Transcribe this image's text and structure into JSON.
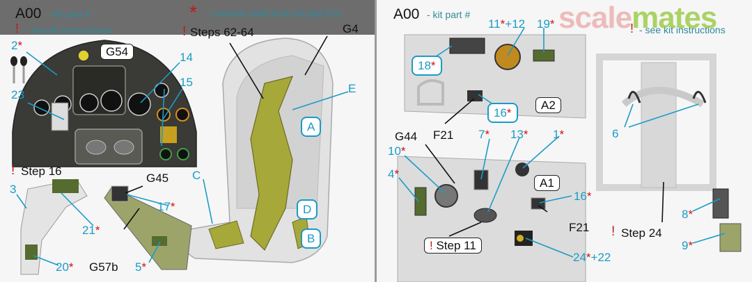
{
  "left": {
    "legend": {
      "code": "A00",
      "code_text": "- kit part #",
      "asterisk": "*",
      "asterisk_text": "- remove relief from kit part first",
      "exclaim": "!",
      "exclaim_text": "- see kit instructions"
    },
    "steps_main": "Steps 62-64",
    "step16": "Step 16",
    "labels": {
      "g54": "G54",
      "g4": "G4",
      "g45": "G45",
      "g57b": "G57b",
      "e": "E",
      "c": "C",
      "bubble_a": "A",
      "bubble_d": "D",
      "bubble_b": "B"
    },
    "numbers": [
      {
        "n": "2",
        "ast": "*"
      },
      {
        "n": "23",
        "ast": ""
      },
      {
        "n": "14",
        "ast": ""
      },
      {
        "n": "15",
        "ast": ""
      },
      {
        "n": "3",
        "ast": ""
      },
      {
        "n": "21",
        "ast": "*"
      },
      {
        "n": "20",
        "ast": "*"
      },
      {
        "n": "17",
        "ast": "*"
      },
      {
        "n": "5",
        "ast": "*"
      }
    ]
  },
  "right": {
    "legend": {
      "code": "A00",
      "code_text": "- kit part #",
      "exclaim": "!",
      "exclaim_text": "- see kit instructions"
    },
    "watermark": {
      "part1": "scale",
      "part2": "mates"
    },
    "labels": {
      "a2": "A2",
      "a1": "A1",
      "g44": "G44",
      "f21_top": "F21",
      "f21_bottom": "F21",
      "step11": "Step 11",
      "step24": "Step 24"
    },
    "numbers": [
      {
        "n": "11",
        "ast": "*",
        "extra": "+12"
      },
      {
        "n": "19",
        "ast": "*",
        "extra": ""
      },
      {
        "n": "18",
        "ast": "*",
        "extra": ""
      },
      {
        "n": "16",
        "ast": "*",
        "extra": ""
      },
      {
        "n": "10",
        "ast": "*",
        "extra": ""
      },
      {
        "n": "7",
        "ast": "*",
        "extra": ""
      },
      {
        "n": "13",
        "ast": "*",
        "extra": ""
      },
      {
        "n": "1",
        "ast": "*",
        "extra": ""
      },
      {
        "n": "4",
        "ast": "*",
        "extra": ""
      },
      {
        "n": "16",
        "ast": "*",
        "extra": ""
      },
      {
        "n": "24",
        "ast": "*",
        "extra": "+22"
      },
      {
        "n": "6",
        "ast": "",
        "extra": ""
      },
      {
        "n": "8",
        "ast": "*",
        "extra": ""
      },
      {
        "n": "9",
        "ast": "*",
        "extra": ""
      }
    ]
  },
  "colors": {
    "callout": "#1a9bc7",
    "asterisk": "#d01010",
    "legend_text": "#2e8a9a",
    "belt": "#a6a83a",
    "panel": "#3a3a36"
  }
}
